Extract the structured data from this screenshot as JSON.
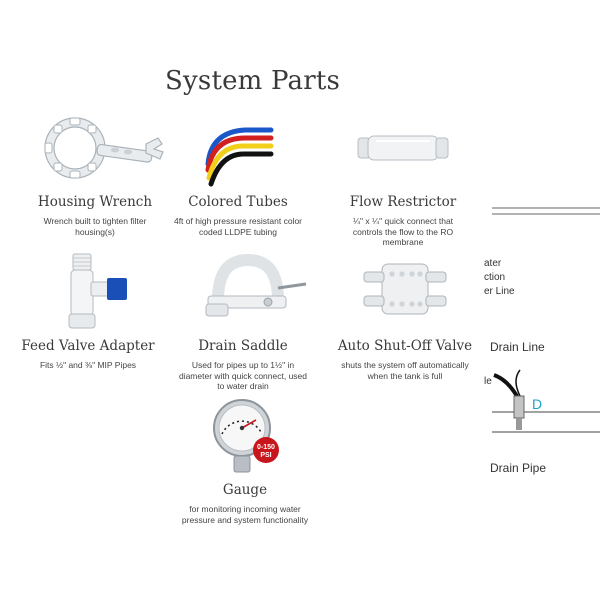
{
  "title": "System Parts",
  "parts": [
    {
      "name": "Housing Wrench",
      "desc": "Wrench built to tighten filter housing(s)",
      "icon": "housing-wrench-icon"
    },
    {
      "name": "Colored Tubes",
      "desc": "4ft of high pressure resistant color coded LLDPE tubing",
      "icon": "colored-tubes-icon"
    },
    {
      "name": "Flow Restrictor",
      "desc": "¼\" x ¼\" quick connect that controls the flow to the RO membrane",
      "icon": "flow-restrictor-icon"
    },
    {
      "name": "Feed Valve Adapter",
      "desc": "Fits ½\" and ⅜\" MIP Pipes",
      "icon": "feed-valve-adapter-icon"
    },
    {
      "name": "Drain Saddle",
      "desc": "Used for pipes up to 1½\" in diameter with quick connect, used to water drain",
      "icon": "drain-saddle-icon"
    },
    {
      "name": "Auto Shut-Off Valve",
      "desc": "shuts the system off automatically when the tank is full",
      "icon": "auto-shutoff-valve-icon"
    },
    {
      "name": "Gauge",
      "desc": "for monitoring incoming water pressure and system functionality",
      "icon": "pressure-gauge-icon"
    }
  ],
  "gauge_badge": {
    "line1": "0-150",
    "line2": "PSI"
  },
  "side_diagram": {
    "frag1": "ater",
    "frag2": "ction",
    "frag3": "er Line",
    "drain_line": "Drain Line",
    "d_label": "D",
    "e_label": "le",
    "drain_pipe": "Drain Pipe"
  },
  "colors": {
    "tube_blue": "#1a57c8",
    "tube_red": "#d21f1f",
    "tube_yellow": "#f2cf1b",
    "tube_black": "#111111",
    "valve_blue": "#1b4fb8",
    "badge_red": "#c8161d",
    "diagram_cyan": "#1aa3c8"
  }
}
